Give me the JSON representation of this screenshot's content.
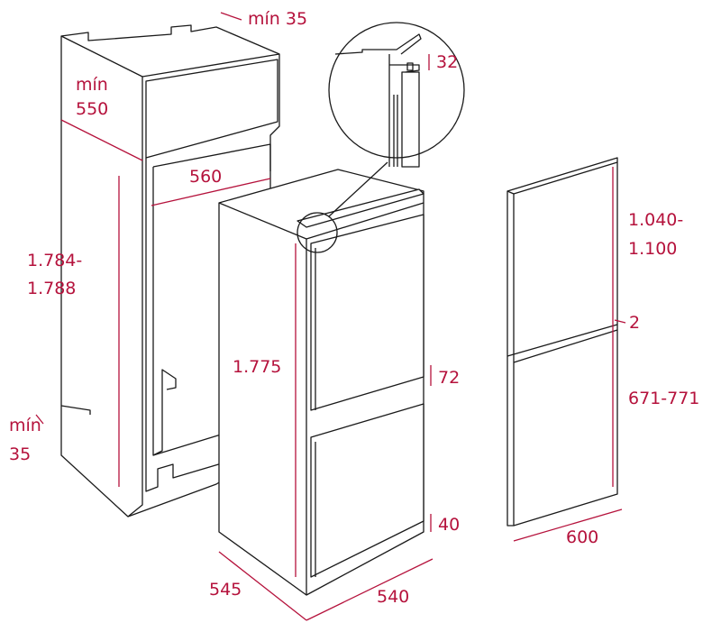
{
  "accent_color": "#b5123c",
  "labels": {
    "top_min_35": "mín 35",
    "depth_min": "mín",
    "depth_550": "550",
    "width_560": "560",
    "niche_height_1": "1.784-",
    "niche_height_2": "1.788",
    "bottom_min": "mín",
    "bottom_35": "35",
    "fridge_height": "1.775",
    "detail_32": "32",
    "gap_72": "72",
    "gap_40": "40",
    "fridge_depth": "545",
    "fridge_width": "540",
    "upper_door_1": "1.040-",
    "upper_door_2": "1.100",
    "door_gap": "2",
    "lower_door": "671-771",
    "panel_width": "600"
  }
}
